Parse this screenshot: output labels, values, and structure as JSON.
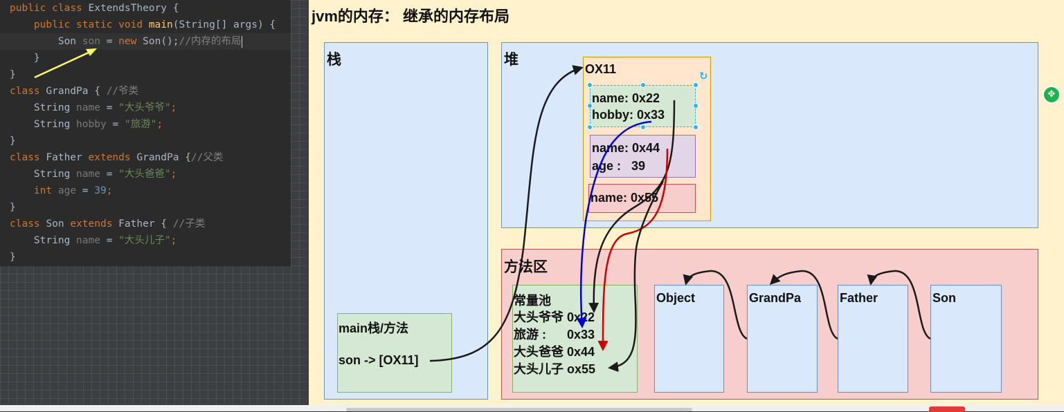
{
  "code": {
    "lines": [
      [
        "public",
        "class",
        "ExtendsTheory",
        "{"
      ],
      [
        "public",
        "static",
        "void",
        "main",
        "(String[] args) {"
      ],
      [
        "Son",
        "son",
        "=",
        "new",
        "Son();",
        "//内存的布局"
      ],
      [
        "}"
      ],
      [
        "}"
      ],
      [
        "class",
        "GrandPa",
        "{",
        "//爷类"
      ],
      [
        "String",
        "name",
        "=",
        "\"大头爷爷\"",
        ";"
      ],
      [
        "String",
        "hobby",
        "=",
        "\"旅游\"",
        ";"
      ],
      [
        "}"
      ],
      [
        "class",
        "Father",
        "extends",
        "GrandPa",
        "{",
        "//父类"
      ],
      [
        "String",
        "name",
        "=",
        "\"大头爸爸\"",
        ";"
      ],
      [
        "int",
        "age",
        "=",
        "39",
        ";"
      ],
      [
        "}"
      ],
      [
        "class",
        "Son",
        "extends",
        "Father",
        "{",
        "//子类"
      ],
      [
        "String",
        "name",
        "=",
        "\"大头儿子\"",
        ";"
      ],
      [
        "}"
      ]
    ]
  },
  "diagram": {
    "title": "jvm的内存： 继承的内存布局",
    "stack": {
      "label": "栈",
      "frame": {
        "label": "main栈/方法",
        "ref": "son -> [OX11]"
      }
    },
    "heap": {
      "label": "堆",
      "object": {
        "address": "OX11",
        "grandpa_fields": [
          "name: 0x22",
          "hobby: 0x33"
        ],
        "father_fields": [
          "name: 0x44",
          "age :   39"
        ],
        "son_fields": [
          "name: 0x55"
        ]
      }
    },
    "method_area": {
      "label": "方法区",
      "constant_pool": {
        "label": "常量池",
        "rows": [
          "大头爷爷 0x22",
          "旅游 :      0x33",
          "大头爸爸 0x44",
          "大头儿子 ox55"
        ]
      },
      "classes": [
        "Object",
        "GrandPa",
        "Father",
        "Son"
      ]
    }
  },
  "colors": {
    "canvas": "#fff2cc",
    "blue_fill": "#dae8fc",
    "green_fill": "#d5e8d4",
    "orange_fill": "#ffe6cc",
    "purple_fill": "#e1d5e7",
    "red_fill": "#f8cecc",
    "selection_handle": "#29b6f2",
    "annotation_arrow": "#ffff66"
  }
}
